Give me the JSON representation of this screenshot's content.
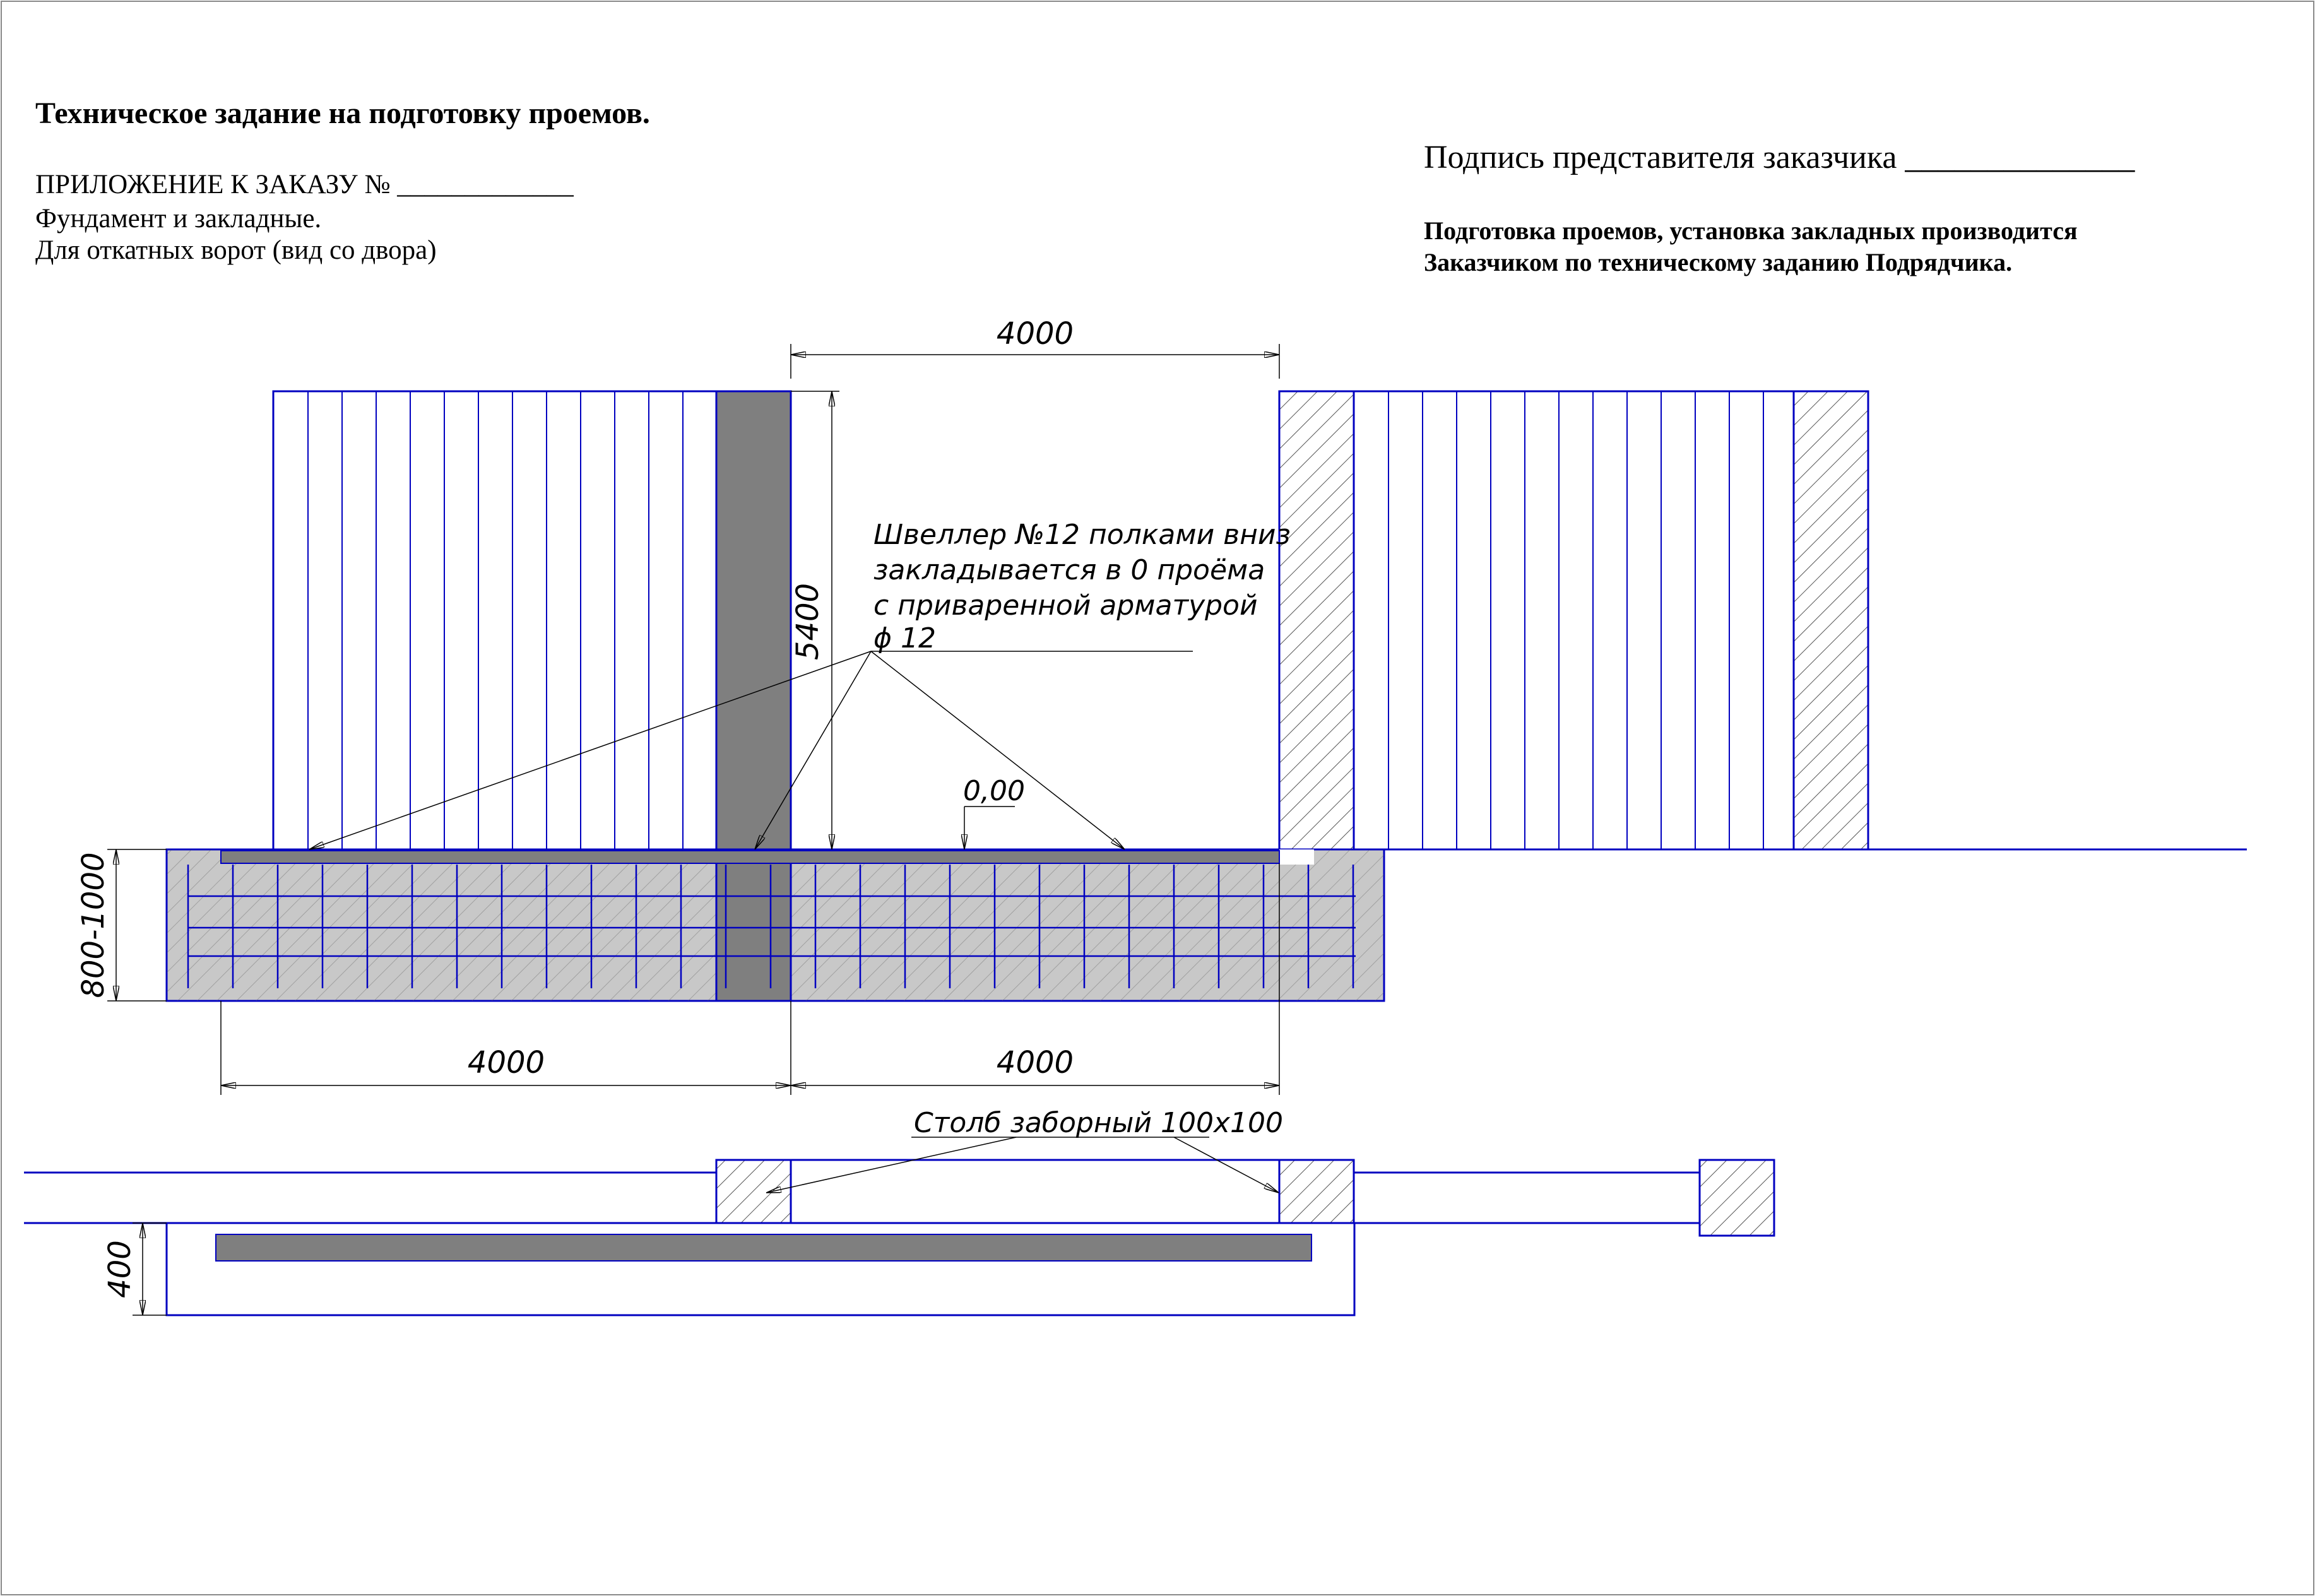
{
  "header": {
    "title": "Техническое задание на подготовку проемов.",
    "order_line": "ПРИЛОЖЕНИЕ К ЗАКАЗУ № _____________",
    "foundation": "Фундамент и закладные.",
    "gate_type": "Для откатных ворот (вид со двора)",
    "signature": "Подпись представителя заказчика ______________",
    "note_line1": "Подготовка проемов, установка закладных производится",
    "note_line2": "Заказчиком по техническому заданию Подрядчика."
  },
  "drawing": {
    "dims": {
      "opening_width": "4000",
      "height": "5400",
      "depth": "800-1000",
      "bottom_left": "4000",
      "bottom_right": "4000",
      "plan_depth": "400",
      "level": "0,00"
    },
    "channel_note": {
      "line1": "Швеллер №12 полками вниз",
      "line2": "закладывается в    0 проёма",
      "line3": "с приваренной арматурой",
      "line4": "ϕ 12"
    },
    "post_note": "Столб заборный 100х100"
  },
  "colors": {
    "line": "#0000c0",
    "steel": "#7f7f7f",
    "concrete": "#c8c8c8",
    "hatch": "#555555"
  }
}
